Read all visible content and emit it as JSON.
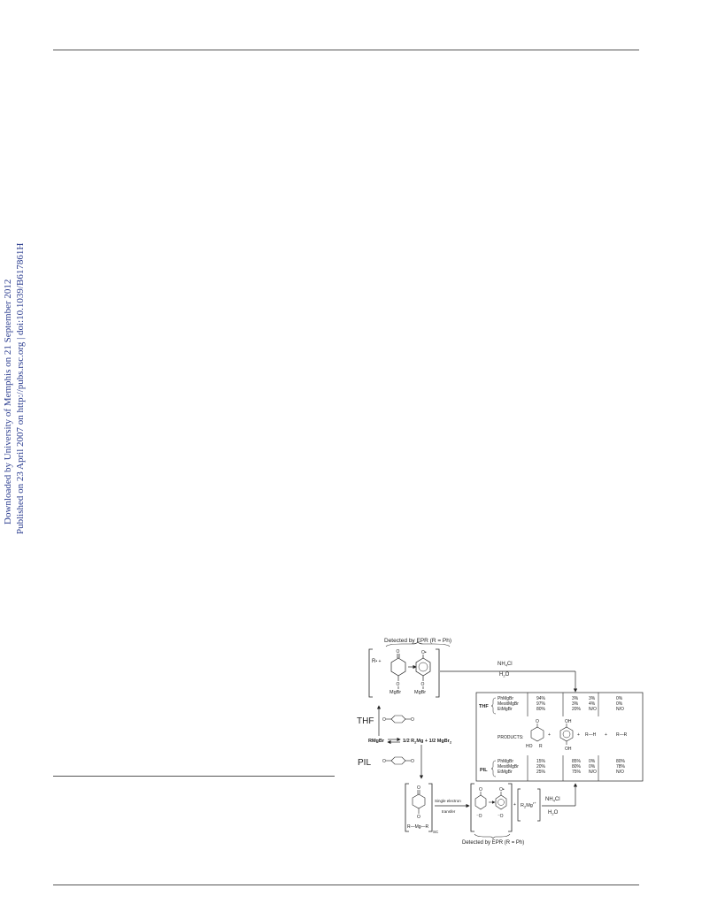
{
  "sidebar": {
    "line1": "Downloaded by University of Memphis on 21 September 2012",
    "line2": "Published on 23 April 2007 on http://pubs.rsc.org | doi:10.1039/B617861H"
  },
  "figure": {
    "epr_top": "Detected by EPR (R = Ph)",
    "r_radical": "R",
    "mgbr": "MgBr",
    "nh4cl": "NH",
    "nh4cl_sub": "4",
    "nh4cl_tail": "Cl",
    "h2o": "H",
    "h2o_sub": "2",
    "h2o_tail": "O",
    "thf_big": "THF",
    "pil_big": "PIL",
    "equilibrium_left": "RMgBr",
    "equilibrium_right": "1/2 R",
    "equilibrium_right_sub": "2",
    "equilibrium_right_mid": "Mg + 1/2 MgBr",
    "equilibrium_right_sub2": "2",
    "table_thf": "THF",
    "table_pil": "PIL",
    "products_label": "PRODUCTS:",
    "reagents": [
      "PhMgBr",
      "MesitMgBr",
      "EtMgBr"
    ],
    "thf_values": [
      [
        "94%",
        "97%",
        "80%"
      ],
      [
        "3%",
        "3%",
        "20%"
      ],
      [
        "3%",
        "4%",
        "N/O"
      ],
      [
        "0%",
        "0%",
        "N/O"
      ]
    ],
    "pil_values": [
      [
        "15%",
        "20%",
        "25%"
      ],
      [
        "85%",
        "80%",
        "75%"
      ],
      [
        "0%",
        "0%",
        "N/O"
      ],
      [
        "80%",
        "78%",
        "N/O"
      ]
    ],
    "product_r_h": "R—H",
    "product_r_r": "R—R",
    "plus": "+",
    "ho": "HO",
    "r": "R",
    "oh": "OH",
    "o": "O",
    "sc_complex": "R—Mg—R",
    "sc_sub": "SC",
    "set_line1": "Single electron",
    "set_line2": "transfer",
    "r2mg": "R",
    "r2mg_sub": "2",
    "r2mg_tail": "Mg",
    "epr_bottom": "Detected by EPR (R = Ph)"
  }
}
